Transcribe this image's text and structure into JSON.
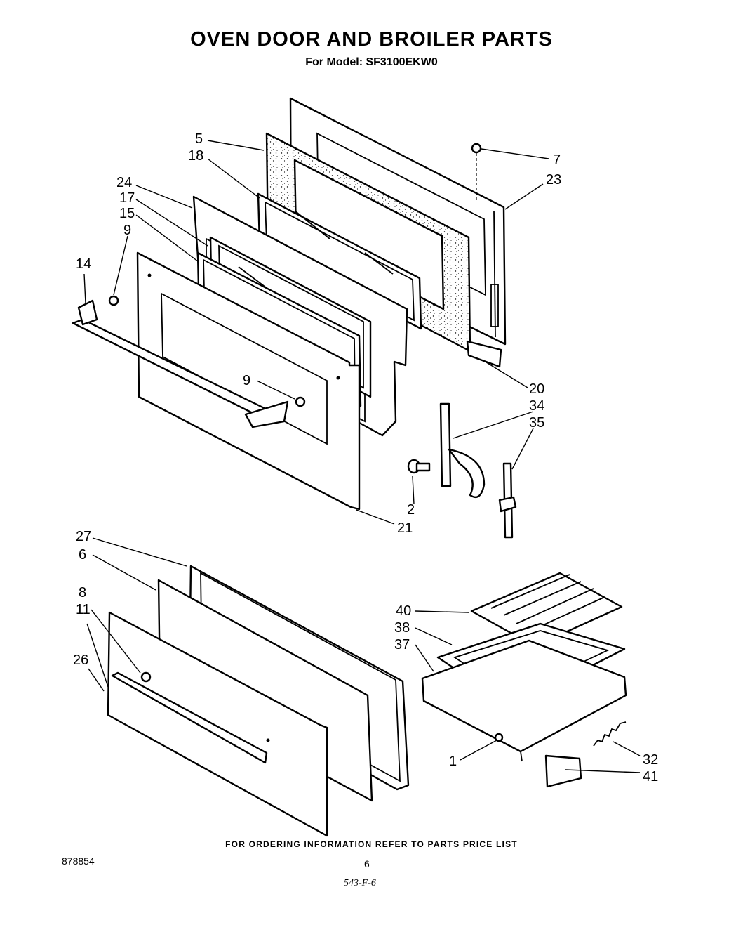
{
  "header": {
    "title": "OVEN DOOR AND BROILER PARTS",
    "model_line": "For Model: SF3100EKW0"
  },
  "footer": {
    "ordering_note": "FOR ORDERING INFORMATION REFER TO PARTS PRICE LIST",
    "document_number": "878854",
    "page_number": "6",
    "handwritten_code": "543-F-6"
  },
  "callouts": {
    "c1": "1",
    "c2": "2",
    "c5": "5",
    "c6": "6",
    "c7": "7",
    "c8": "8",
    "c9a": "9",
    "c9b": "9",
    "c11": "11",
    "c14": "14",
    "c15": "15",
    "c17": "17",
    "c18": "18",
    "c20": "20",
    "c21": "21",
    "c23": "23",
    "c24": "24",
    "c26": "26",
    "c27": "27",
    "c32": "32",
    "c34": "34",
    "c35": "35",
    "c37": "37",
    "c38": "38",
    "c40": "40",
    "c41": "41"
  }
}
